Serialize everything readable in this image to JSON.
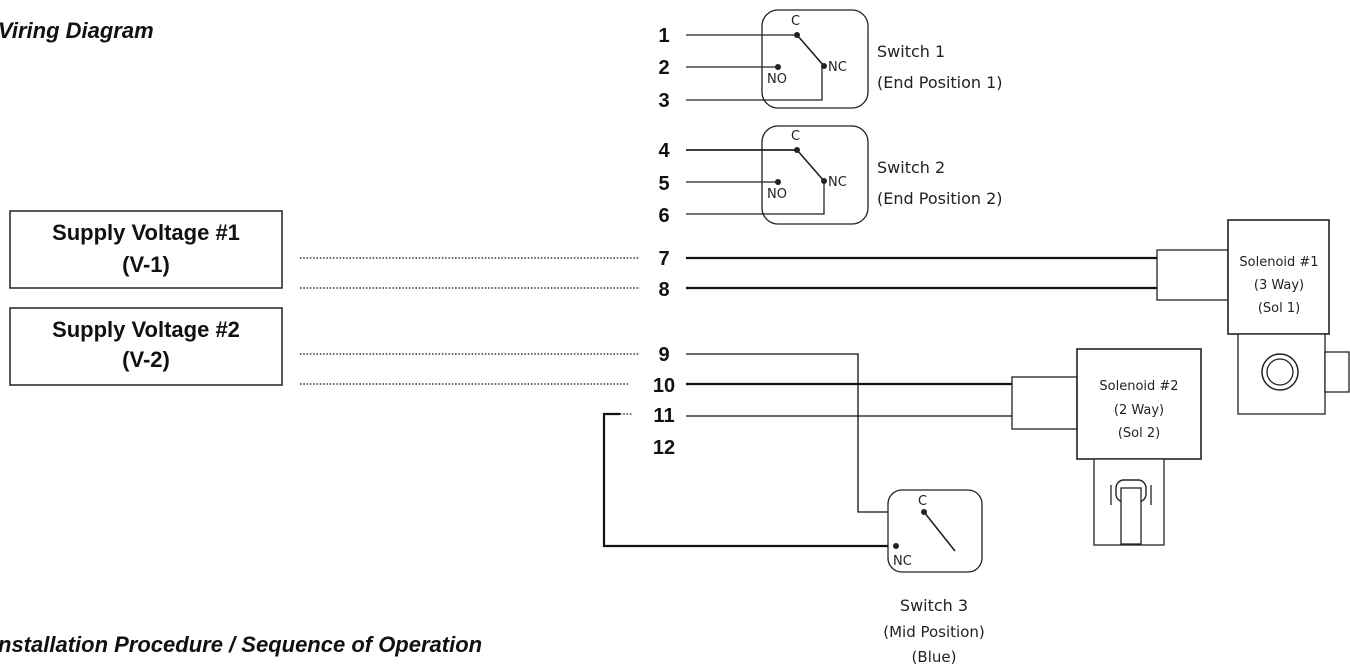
{
  "headings": {
    "wiring": "Viring Diagram",
    "install": "nstallation Procedure / Sequence of Operation"
  },
  "supply": [
    {
      "line1": "Supply Voltage #1",
      "line2": "(V-1)"
    },
    {
      "line1": "Supply Voltage #2",
      "line2": "(V-2)"
    }
  ],
  "terminals": [
    "1",
    "2",
    "3",
    "4",
    "5",
    "6",
    "7",
    "8",
    "9",
    "10",
    "11",
    "12"
  ],
  "switches": [
    {
      "name": "Switch 1",
      "detail": "(End Position 1)"
    },
    {
      "name": "Switch 2",
      "detail": "(End Position 2)"
    },
    {
      "name": "Switch 3",
      "detail": "(Mid Position)",
      "detail2": "(Blue)"
    }
  ],
  "pins": {
    "c": "C",
    "no": "NO",
    "nc": "NC"
  },
  "solenoids": [
    {
      "line1": "Solenoid #1",
      "line2": "(3 Way)",
      "line3": "(Sol 1)"
    },
    {
      "line1": "Solenoid #2",
      "line2": "(2 Way)",
      "line3": "(Sol 2)"
    }
  ]
}
